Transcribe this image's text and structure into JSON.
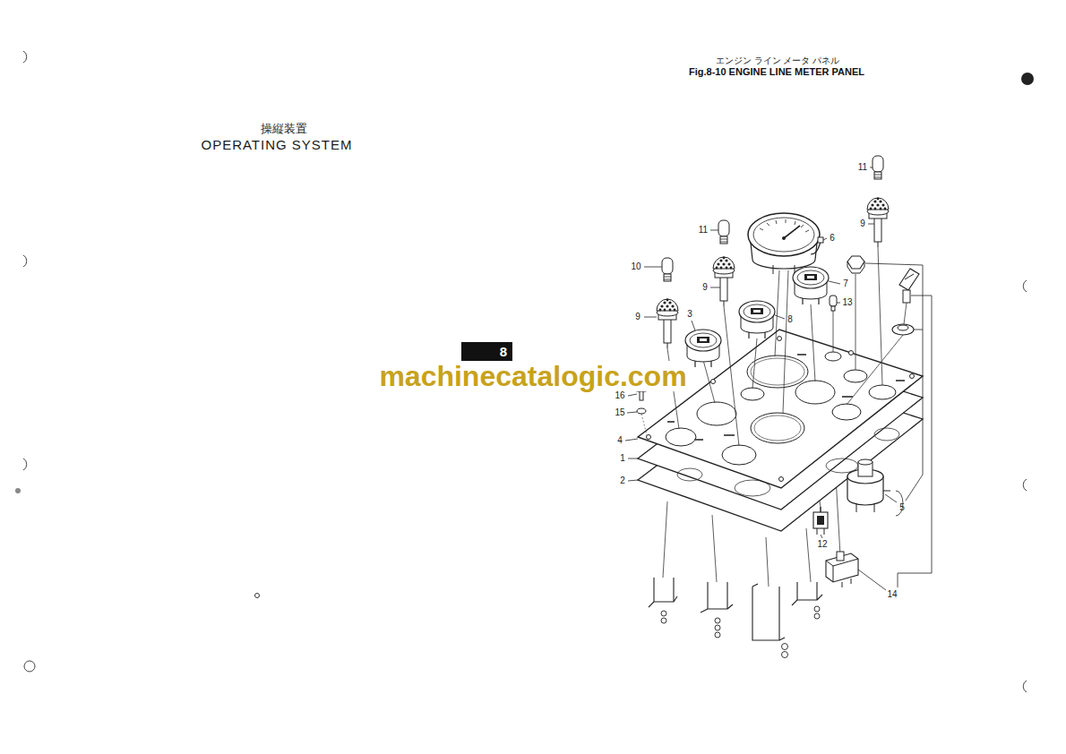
{
  "diagram": {
    "title": "Fig.8-10 ENGINE LINE METER PANEL",
    "nodes": [
      {
        "text": [
          "8"
        ]
      }
    ],
    "labels": [
      "エンジン ライン メータ パネル",
      "操縦装置",
      "OPERATING SYSTEM",
      "11",
      "6",
      "11",
      "9",
      "10",
      "9",
      "7",
      "13",
      "9",
      "3",
      "8",
      "16",
      "15",
      "4",
      "1",
      "2",
      "12",
      "5",
      "14",
      "machinecatalogic.com"
    ]
  }
}
